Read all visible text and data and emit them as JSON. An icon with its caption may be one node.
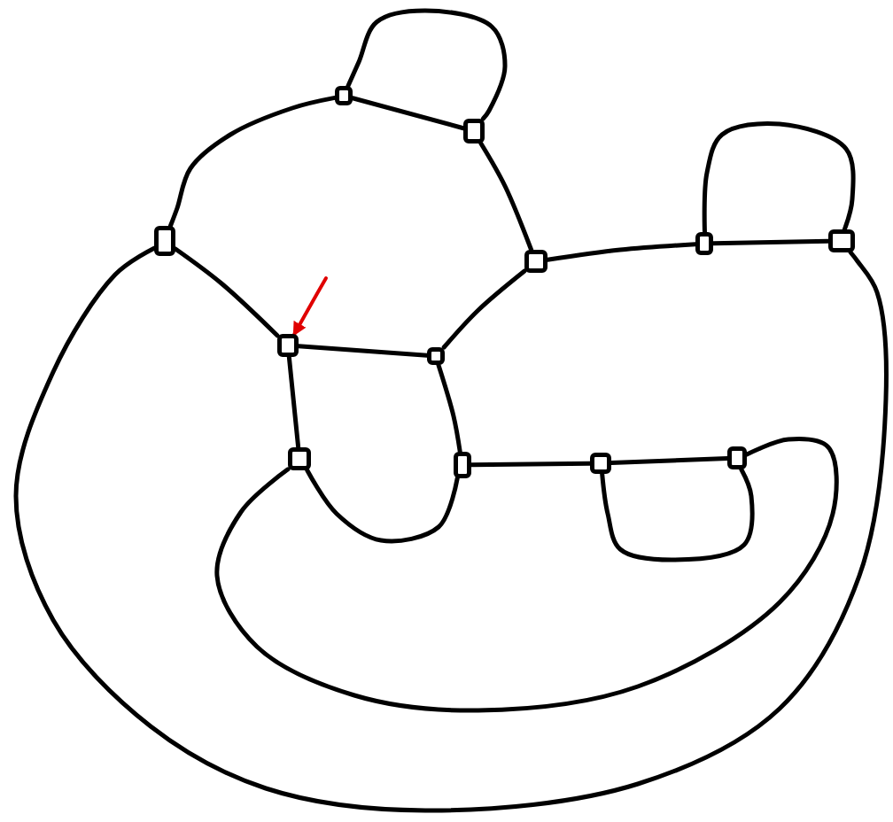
{
  "diagram": {
    "nodes": [
      {
        "text": [],
        "shape": "box"
      },
      {
        "text": [],
        "shape": "box"
      },
      {
        "text": [],
        "shape": "box"
      },
      {
        "text": [],
        "shape": "box"
      },
      {
        "text": [],
        "shape": "box"
      },
      {
        "text": [],
        "shape": "box"
      },
      {
        "text": [],
        "shape": "box"
      },
      {
        "text": [],
        "shape": "box"
      },
      {
        "text": [],
        "shape": "box"
      },
      {
        "text": [],
        "shape": "box"
      },
      {
        "text": [],
        "shape": "box"
      },
      {
        "text": [],
        "shape": "box"
      }
    ],
    "edges": [
      {
        "from": 0,
        "to": 1,
        "arrow": "none"
      },
      {
        "from": 0,
        "to": 1,
        "arrow": "none"
      },
      {
        "from": 0,
        "to": 2,
        "arrow": "none"
      },
      {
        "from": 1,
        "to": 3,
        "arrow": "none"
      },
      {
        "from": 2,
        "to": 6,
        "arrow": "none"
      },
      {
        "from": 6,
        "to": 7,
        "arrow": "none"
      },
      {
        "from": 7,
        "to": 3,
        "arrow": "none"
      },
      {
        "from": 3,
        "to": 4,
        "arrow": "none"
      },
      {
        "from": 4,
        "to": 5,
        "arrow": "none"
      },
      {
        "from": 4,
        "to": 5,
        "arrow": "none"
      },
      {
        "from": 6,
        "to": 8,
        "arrow": "none"
      },
      {
        "from": 7,
        "to": 9,
        "arrow": "none"
      },
      {
        "from": 8,
        "to": 9,
        "arrow": "none"
      },
      {
        "from": 9,
        "to": 10,
        "arrow": "none"
      },
      {
        "from": 10,
        "to": 11,
        "arrow": "none"
      },
      {
        "from": 10,
        "to": 11,
        "arrow": "none"
      },
      {
        "from": 8,
        "to": 11,
        "arrow": "none"
      },
      {
        "from": 2,
        "to": 5,
        "arrow": "none"
      },
      {
        "from": null,
        "to": 6,
        "arrow": "to",
        "color": "#e00000"
      }
    ]
  }
}
